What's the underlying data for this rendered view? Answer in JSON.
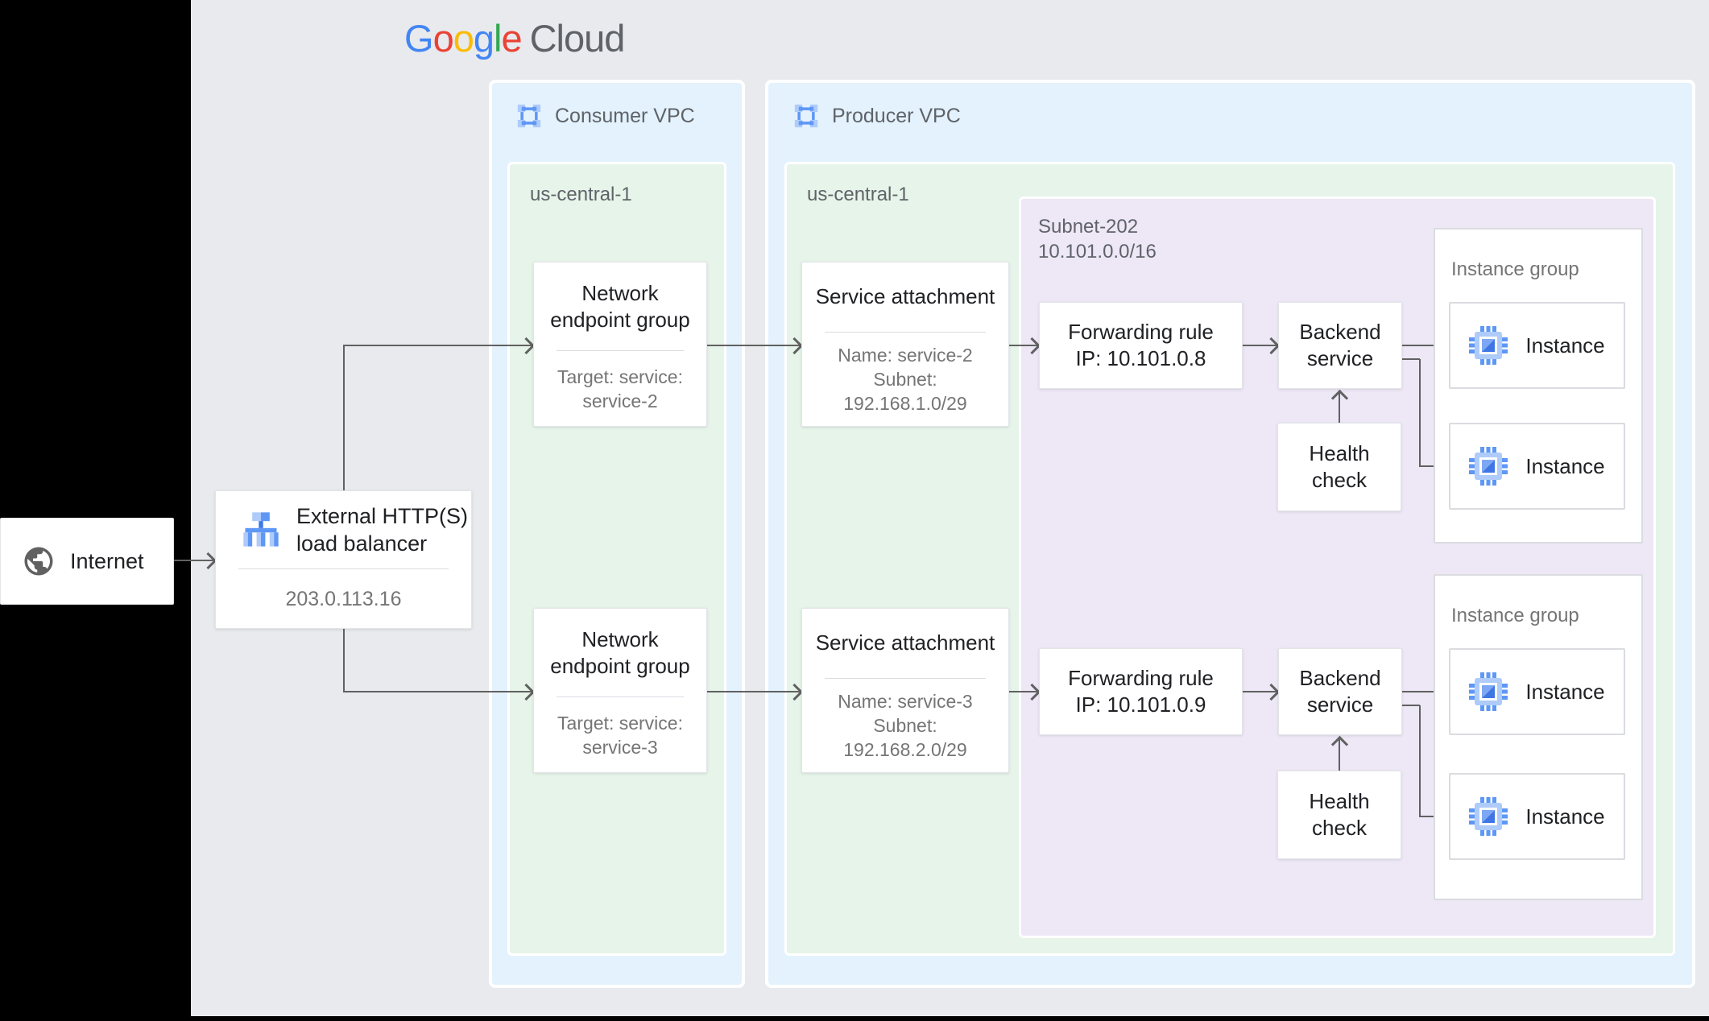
{
  "logo": {
    "google_letters": [
      "G",
      "o",
      "o",
      "g",
      "l",
      "e"
    ],
    "cloud": "Cloud",
    "letter_colors": [
      "#4285F4",
      "#EA4335",
      "#FBBC04",
      "#4285F4",
      "#34A853",
      "#EA4335"
    ],
    "cloud_color": "#5F6368"
  },
  "internet": {
    "icon": "globe-icon",
    "label": "Internet"
  },
  "load_balancer": {
    "icon": "load-balancer-icon",
    "title": "External HTTP(S)\nload balancer",
    "ip": "203.0.113.16"
  },
  "consumer_vpc": {
    "icon": "vpc-icon",
    "label": "Consumer VPC",
    "region": "us-central-1",
    "neg_top": {
      "title": "Network\nendpoint group",
      "target": "Target: service:\nservice-2"
    },
    "neg_bottom": {
      "title": "Network\nendpoint group",
      "target": "Target: service:\nservice-3"
    }
  },
  "producer_vpc": {
    "icon": "vpc-icon",
    "label": "Producer VPC",
    "region": "us-central-1",
    "sa_top": {
      "title": "Service attachment",
      "details": "Name: service-2\nSubnet:\n192.168.1.0/29"
    },
    "sa_bottom": {
      "title": "Service attachment",
      "details": "Name: service-3\nSubnet:\n192.168.2.0/29"
    },
    "subnet": {
      "label": "Subnet-202\n10.101.0.0/16",
      "forwarding_rule_top": "Forwarding rule\nIP: 10.101.0.8",
      "forwarding_rule_bottom": "Forwarding rule\nIP: 10.101.0.9",
      "backend_service": "Backend\nservice",
      "health_check": "Health\ncheck",
      "instance_group_top": {
        "label": "Instance group",
        "instance_icon": "compute-instance-icon",
        "instances": [
          "Instance",
          "Instance"
        ]
      },
      "instance_group_bottom": {
        "label": "Instance group",
        "instance_icon": "compute-instance-icon",
        "instances": [
          "Instance",
          "Instance"
        ]
      }
    }
  },
  "colors": {
    "page_bg": "#e8eaed",
    "frame": "#000000",
    "vpc_bg": "#e3f2fd",
    "region_bg": "#e6f4ea",
    "subnet_bg": "#ede7f6",
    "connector": "#616161",
    "card_title": "#202124",
    "muted_text": "#757575",
    "label_text": "#5f6368",
    "icon_blue": "#5e97f6",
    "icon_blue_light": "#aecbfa",
    "icon_blue_dark": "#3b78e7"
  }
}
